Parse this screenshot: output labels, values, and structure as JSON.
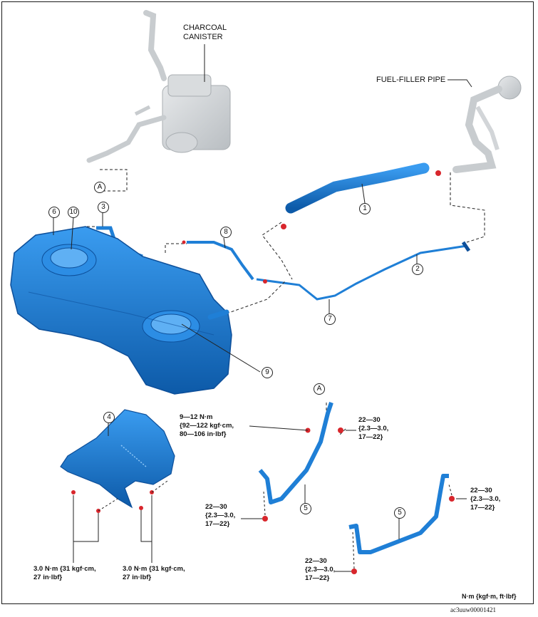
{
  "labels": {
    "charcoal_canister": [
      "CHARCOAL",
      "CANISTER"
    ],
    "fuel_filler_pipe": "FUEL-FILLER PIPE",
    "unit_legend": "N·m {kgf·m, ft·lbf}",
    "figure_id": "ac3uuw00001421"
  },
  "callouts": [
    "1",
    "2",
    "3",
    "4",
    "5",
    "5",
    "6",
    "7",
    "8",
    "9",
    "10",
    "A",
    "A"
  ],
  "torque_specs": {
    "strap_bracket_top": [
      "9—12 N·m",
      "{92—122 kgf·cm,",
      "80—106 in·lbf}"
    ],
    "strap_bolt_upper_right": [
      "22—30",
      "{2.3—3.0,",
      "17—22}"
    ],
    "strap_bolt_left": [
      "22—30",
      "{2.3—3.0,",
      "17—22}"
    ],
    "strap2_bolt_right": [
      "22—30",
      "{2.3—3.0,",
      "17—22}"
    ],
    "strap2_bolt_bottom": [
      "22—30",
      "{2.3—3.0,",
      "17—22}"
    ],
    "heat_shield_left": [
      "3.0 N·m {31 kgf·cm,",
      "27 in·lbf}"
    ],
    "heat_shield_right": [
      "3.0 N·m {31 kgf·cm,",
      "27 in·lbf}"
    ]
  },
  "colors": {
    "part_blue": "#1f7fd6",
    "part_blue_dark": "#0d4f9a",
    "ghost_gray": "#cfd3d6",
    "bolt_red": "#d8262c"
  }
}
